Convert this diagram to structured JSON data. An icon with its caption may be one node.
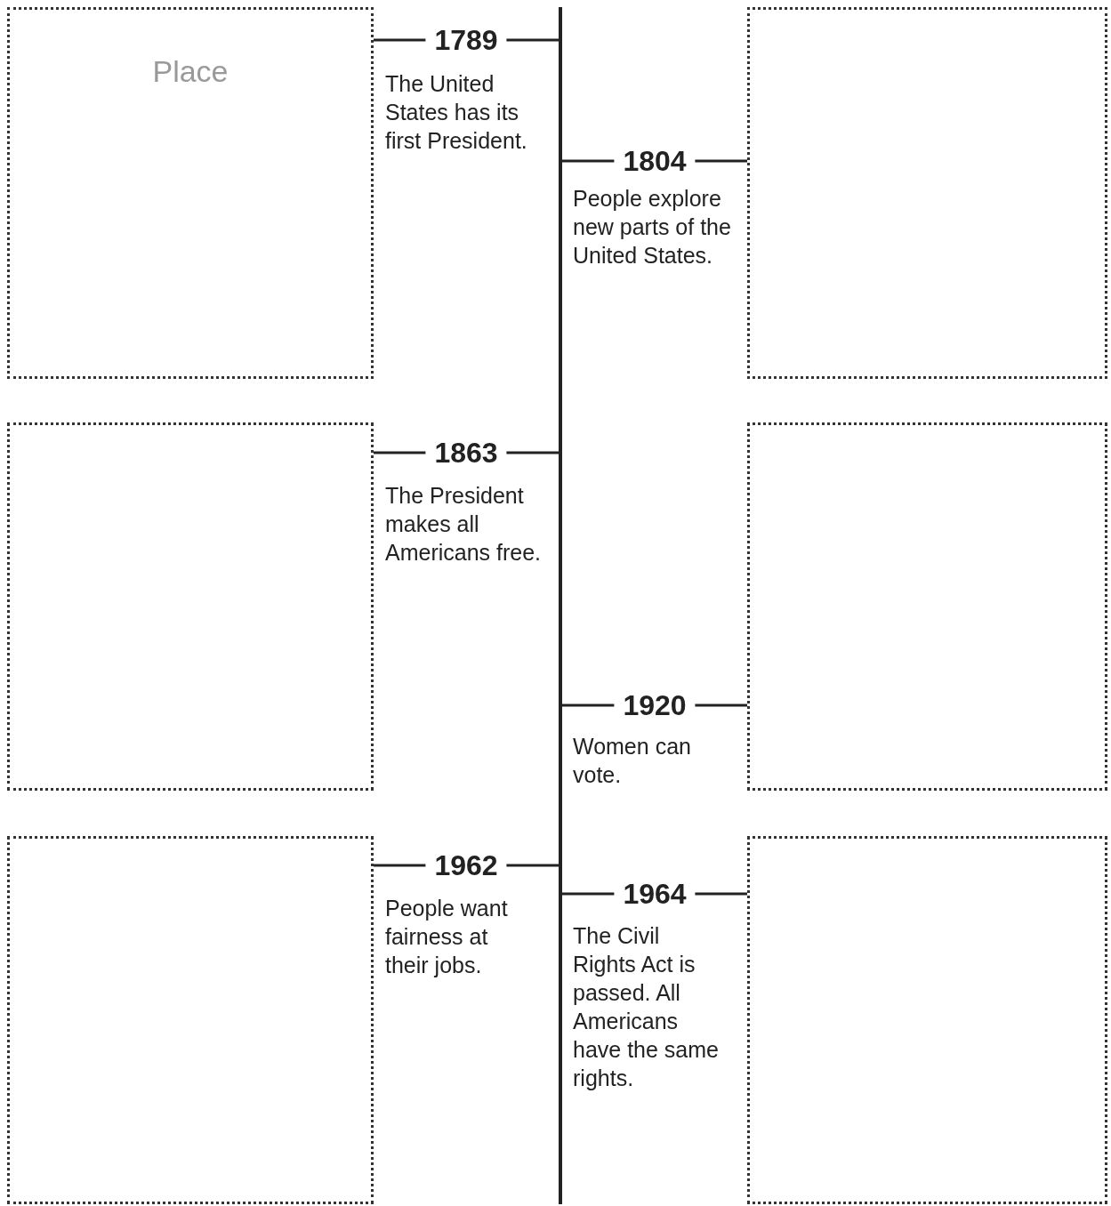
{
  "diagram": {
    "nodes": [
      {
        "text": [
          "Place"
        ]
      },
      {
        "text": [],
        "shape": "box"
      },
      {
        "text": [],
        "shape": "box"
      },
      {
        "text": [],
        "shape": "box"
      },
      {
        "text": [],
        "shape": "box"
      },
      {
        "text": [],
        "shape": "box"
      },
      {
        "text": [],
        "shape": "bar"
      }
    ],
    "edges": [
      {
        "from": 0,
        "to": 6,
        "arrow": "none",
        "label": "1789"
      },
      {
        "from": 1,
        "to": 6,
        "arrow": "none",
        "label": "1804"
      },
      {
        "from": 2,
        "to": 6,
        "arrow": "none",
        "label": "1863"
      },
      {
        "from": 3,
        "to": 6,
        "arrow": "none",
        "label": "1920"
      },
      {
        "from": 4,
        "to": 6,
        "arrow": "none",
        "label": "1962"
      },
      {
        "from": 5,
        "to": 6,
        "arrow": "none",
        "label": "1964"
      }
    ],
    "labels": [
      "The United States has its first President.",
      "People explore new parts of the United States.",
      "The President makes all Americans free.",
      "Women can vote.",
      "People want fairness at their jobs.",
      "The Civil Rights Act is passed. All Americans have the same rights."
    ]
  }
}
